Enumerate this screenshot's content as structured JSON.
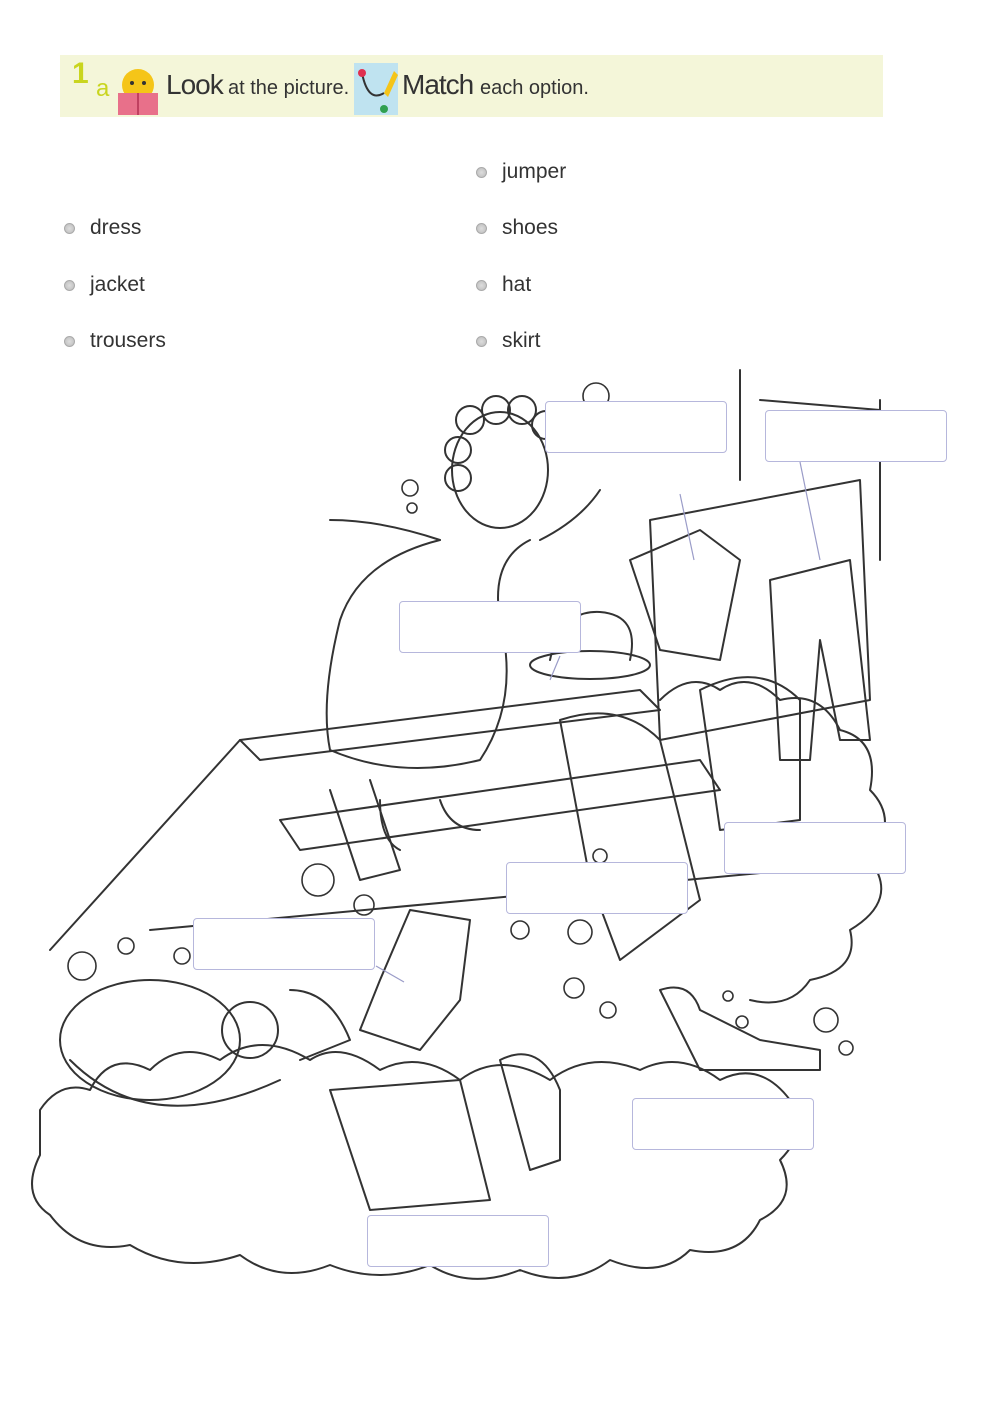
{
  "header": {
    "number": "1",
    "letter": "a",
    "instruction1_bold": "Look",
    "instruction1_rest": "at the picture.",
    "instruction2_bold": "Match",
    "instruction2_rest": "each option.",
    "icons": [
      "reading-book-icon",
      "match-pen-icon"
    ]
  },
  "options": {
    "left": [
      "dress",
      "jacket",
      "trousers"
    ],
    "right": [
      "jumper",
      "shoes",
      "hat",
      "skirt"
    ]
  },
  "colors": {
    "banner_bg": "#f4f6d9",
    "accent": "#c9d51f",
    "box_border": "#b6b7dc"
  }
}
